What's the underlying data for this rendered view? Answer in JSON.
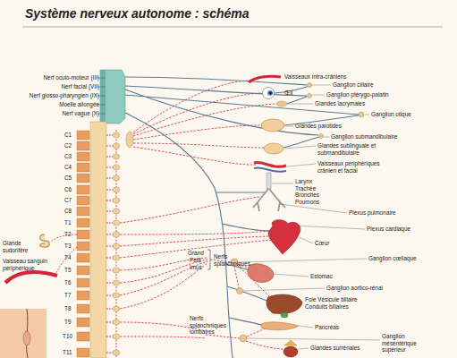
{
  "diagram": {
    "title": "Système nerveux autonome : schéma",
    "labels": [
      "Nerf oculo-moteur (III)",
      "Nerf facial (VII)",
      "Nerf glosso-pharyngien (IX)",
      "Moelle allongée",
      "Nerf vague (X)",
      "C1",
      "C2",
      "C3",
      "C4",
      "C5",
      "C6",
      "C7",
      "C8",
      "T1",
      "T2",
      "T3",
      "T4",
      "T5",
      "T6",
      "T7",
      "T8",
      "T9",
      "T10",
      "T11",
      "Glande sudorifère",
      "Vaisseau sanguin périphérique",
      "Grand",
      "Petit",
      "Imus",
      "Nerfs splanchniques",
      "Nerfs splanchniques lombaires",
      "Vaisseaux intra-crâniens",
      "Ganglion ciliaire",
      "Œil",
      "Ganglion ptérygo-palatin",
      "Glandes lacrymales",
      "Ganglion otique",
      "Glandes parotides",
      "Ganglion submandibulaire",
      "Glandes sublinguale et submandibulaire",
      "Vaisseaux périphériques crânien et facial",
      "Larynx Trachée Bronches Poumons",
      "Plexus pulmonaire",
      "Plexus cardiaque",
      "Cœur",
      "Ganglion cœliaque",
      "Estomac",
      "Ganglion aortico-rénal",
      "Foie Vésicule biliaire Conduits biliaires",
      "Pancréas",
      "Glandes surrénales",
      "Ganglion mésentérique supérieur"
    ]
  }
}
